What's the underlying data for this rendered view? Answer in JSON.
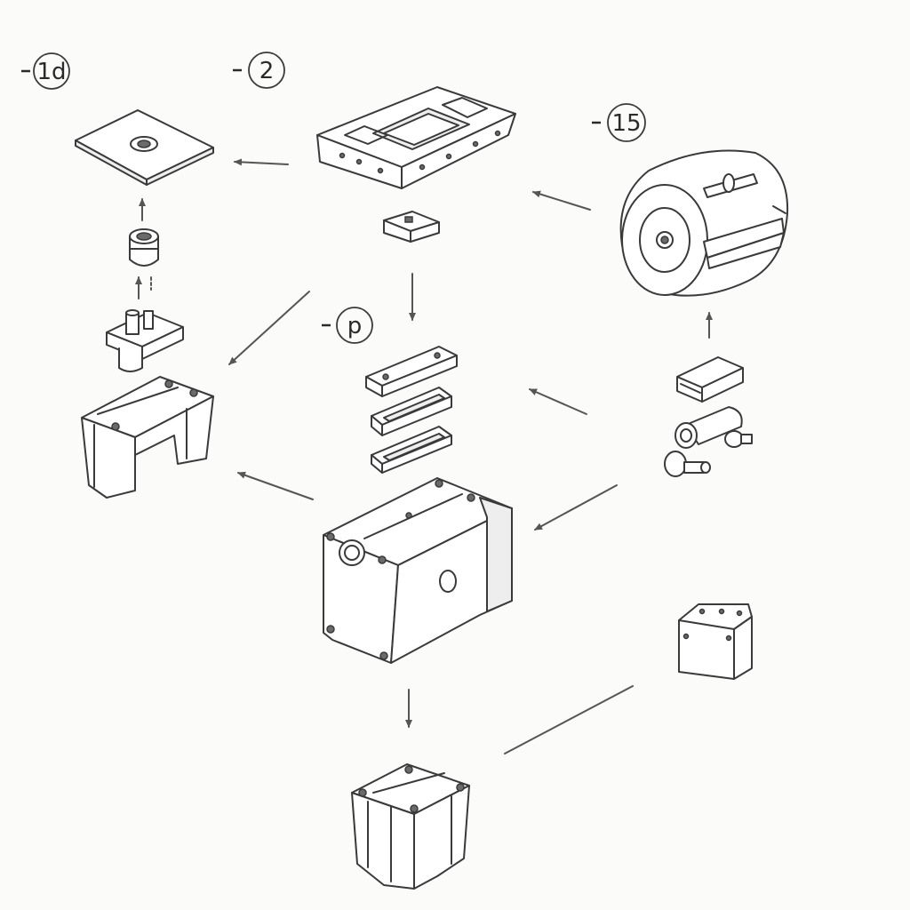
{
  "callouts": [
    {
      "id": "1d",
      "text": "1d"
    },
    {
      "id": "2",
      "text": "2"
    },
    {
      "id": "15",
      "text": "15"
    },
    {
      "id": "p",
      "text": "p"
    }
  ]
}
